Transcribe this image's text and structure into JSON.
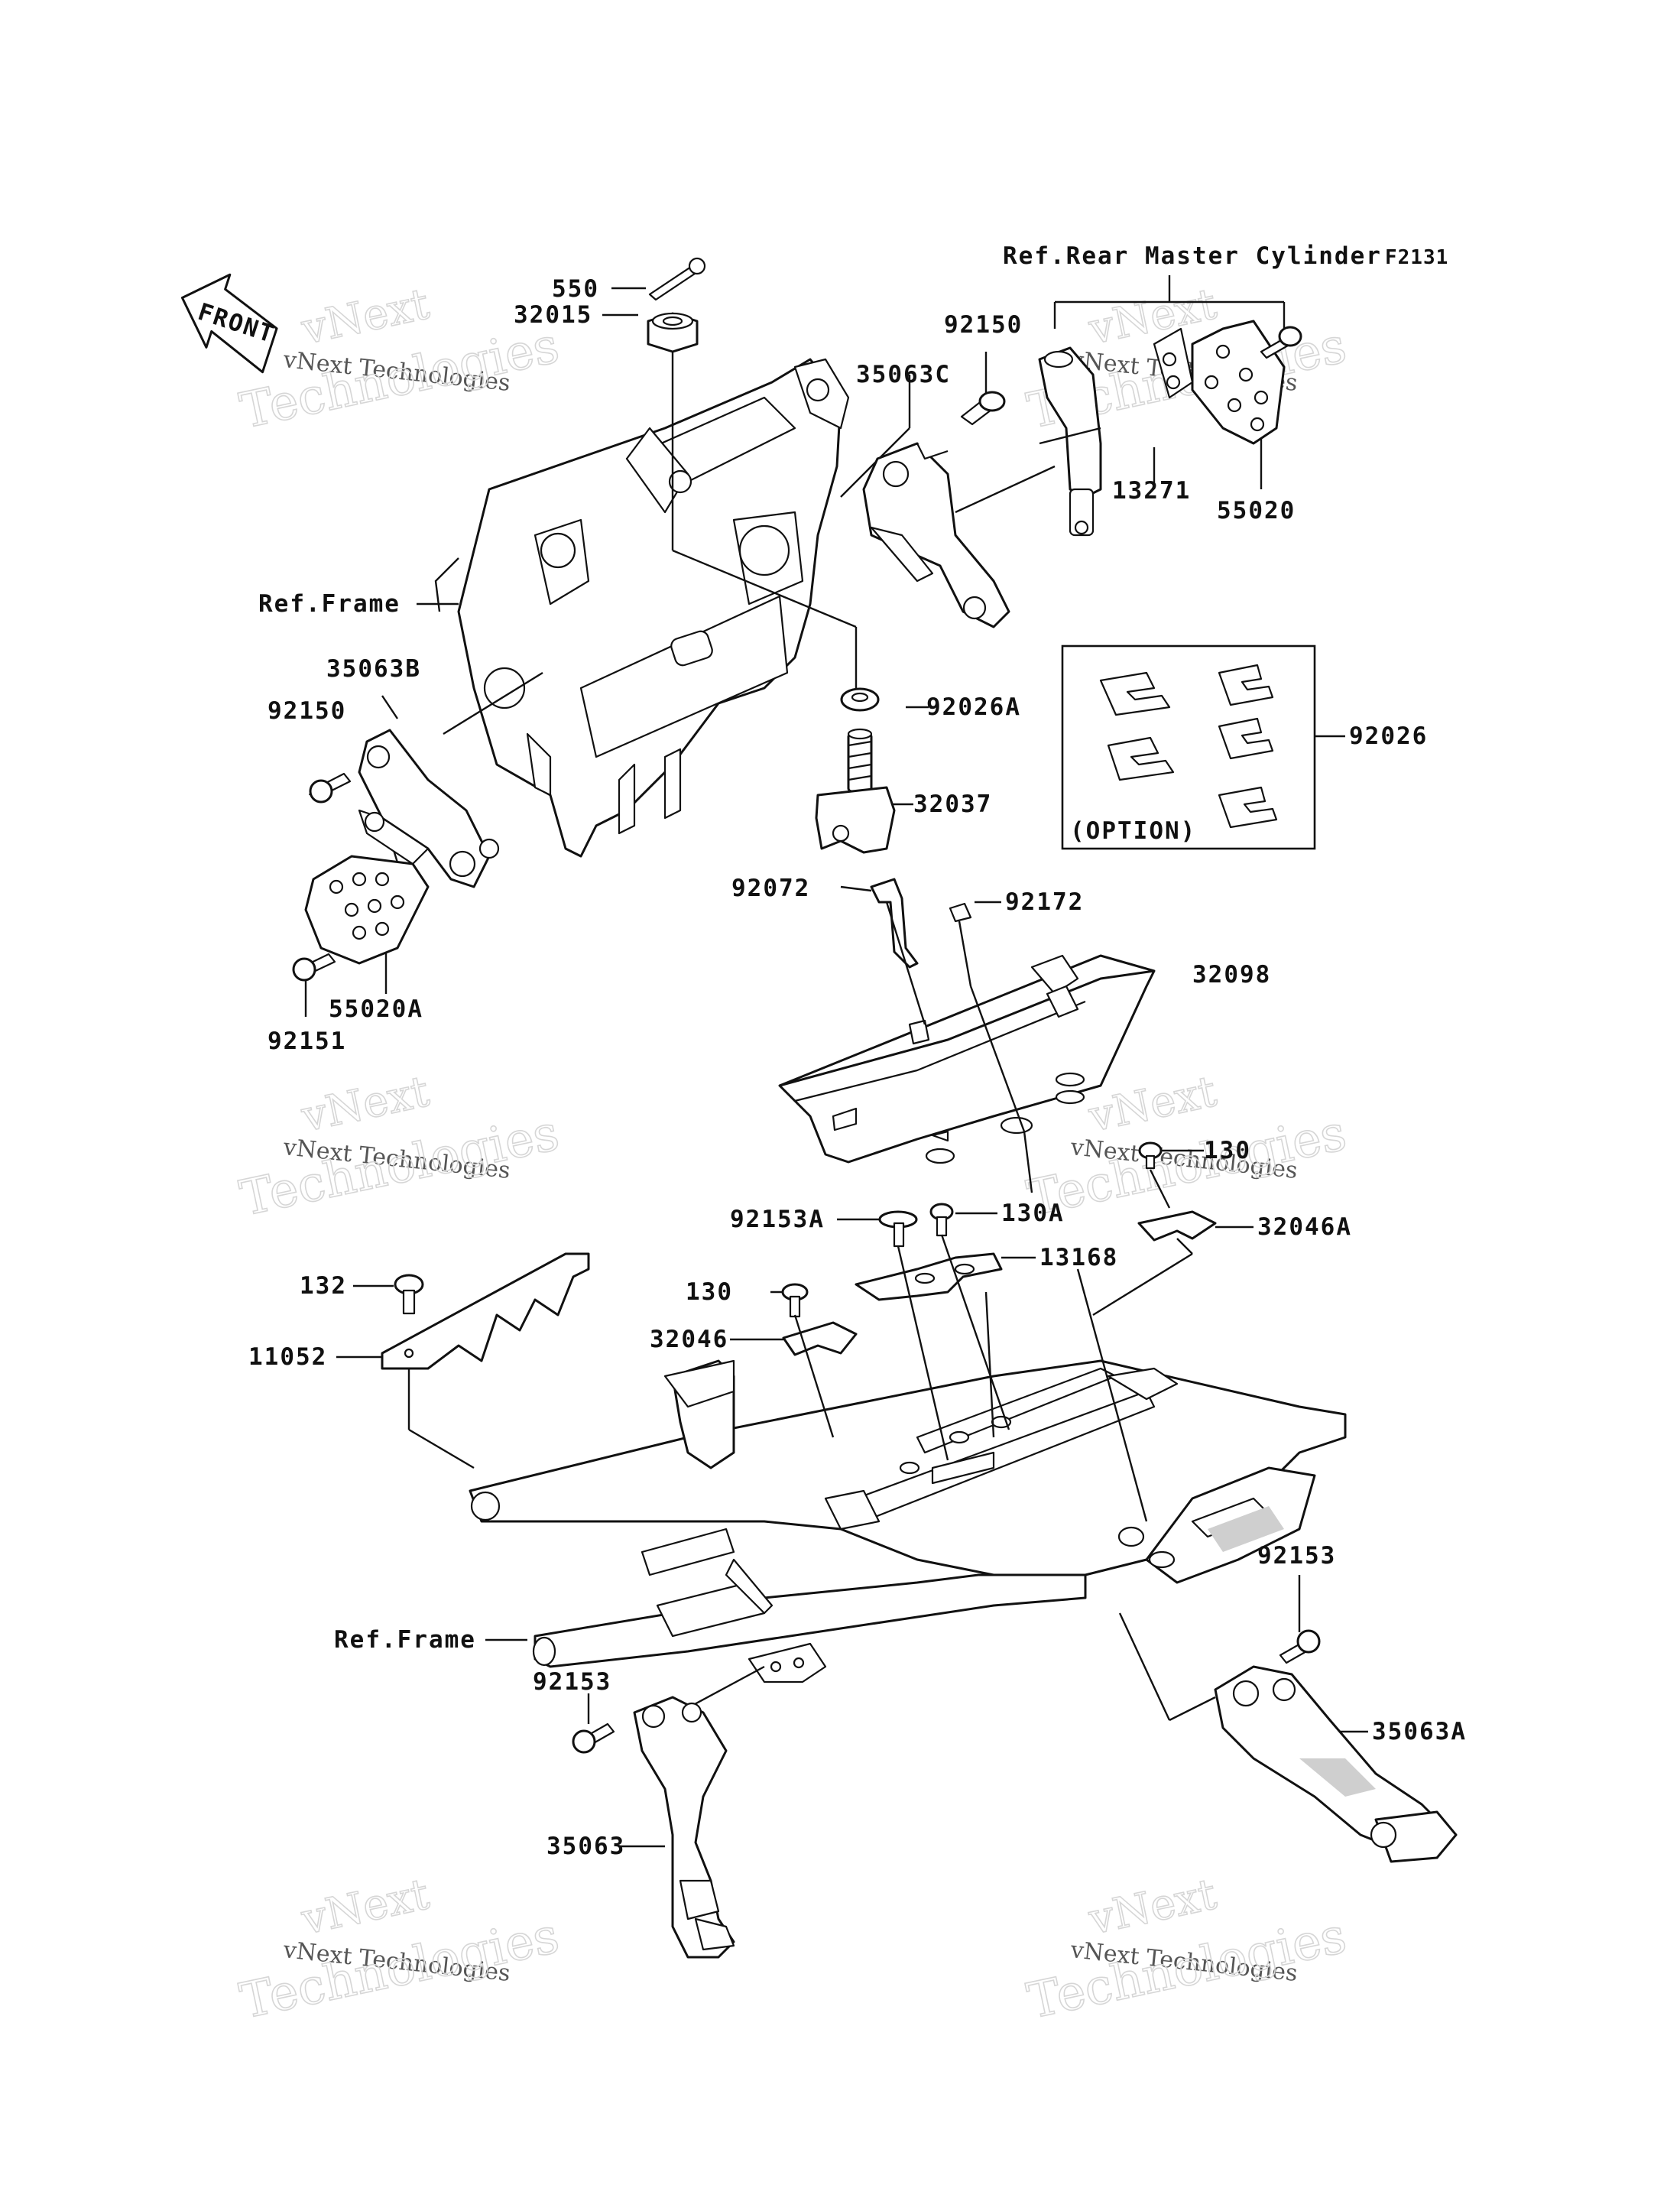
{
  "header": {
    "ref_master_cylinder": "Ref.Rear Master Cylinder",
    "figure_code": "F2131",
    "front_label": "FRONT"
  },
  "refs": {
    "frame_upper": "Ref.Frame",
    "frame_lower": "Ref.Frame"
  },
  "option_box": {
    "label": "(OPTION)"
  },
  "watermark": {
    "line1": "vNext",
    "line2": "vNext Technologies",
    "line3": "Technologies"
  },
  "parts": {
    "p550": "550",
    "p32015": "32015",
    "p92150_top": "92150",
    "p35063C": "35063C",
    "p13271": "13271",
    "p55020": "55020",
    "p35063B": "35063B",
    "p92150_left": "92150",
    "p55020A": "55020A",
    "p92151": "92151",
    "p92026A": "92026A",
    "p32037": "32037",
    "p92026": "92026",
    "p92072": "92072",
    "p92172": "92172",
    "p32098": "32098",
    "p130_right": "130",
    "p92153A": "92153A",
    "p130A": "130A",
    "p32046A": "32046A",
    "p132": "132",
    "p13168": "13168",
    "p130": "130",
    "p32046": "32046",
    "p11052": "11052",
    "p92153_right": "92153",
    "p92153_left": "92153",
    "p35063A": "35063A",
    "p35063": "35063"
  }
}
